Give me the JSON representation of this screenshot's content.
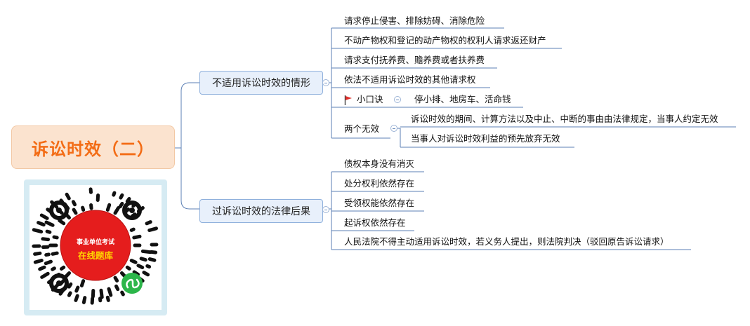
{
  "root": {
    "title": "诉讼时效（二）"
  },
  "branches": [
    {
      "label": "不适用诉讼时效的情形",
      "items": [
        "请求停止侵害、排除妨碍、消除危险",
        "不动产物权和登记的动产物权的权利人请求返还财产",
        "请求支付抚养费、赡养费或者扶养费",
        "依法不适用诉讼时效的其他请求权"
      ],
      "mnemonic": {
        "label": "小口诀",
        "text": "停小排、地房车、活命钱",
        "flag_color": "#e0302b"
      },
      "two_invalid": {
        "label": "两个无效",
        "items": [
          "诉讼时效的期间、计算方法以及中止、中断的事由由法律规定，当事人约定无效",
          "当事人对诉讼时效利益的预先放弃无效"
        ]
      }
    },
    {
      "label": "过诉讼时效的法律后果",
      "items": [
        "债权本身没有消灭",
        "处分权利依然存在",
        "受领权能依然存在",
        "起诉权依然存在",
        "人民法院不得主动适用诉讼时效，若义务人提出，则法院判决（驳回原告诉讼请求）"
      ]
    }
  ],
  "qr": {
    "line1": "事业单位考试",
    "line2": "在线题库"
  },
  "colors": {
    "root_text": "#f36c15",
    "root_bg": "#fbe3cf",
    "branch_bg": "#e8f0fb",
    "line": "#5b7fb4"
  }
}
